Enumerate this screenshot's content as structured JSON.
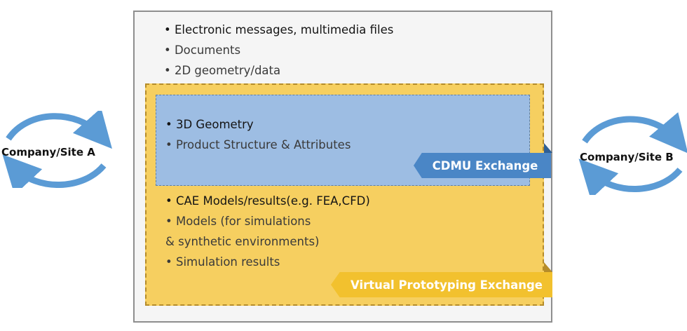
{
  "diagram": {
    "outer_items": [
      "• Electronic messages, multimedia files",
      "• Documents",
      "• 2D geometry/data"
    ],
    "cdmu_items": [
      "• 3D Geometry",
      "• Product Structure & Attributes"
    ],
    "vp_items": [
      "• CAE Models/results(e.g. FEA,CFD)",
      "• Models (for simulations",
      "& synthetic environments)",
      "• Simulation results"
    ],
    "cdmu_label": "CDMU Exchange",
    "vp_label": "Virtual Prototyping Exchange",
    "company_a": "Company/Site A",
    "company_b": "Company/Site B"
  },
  "colors": {
    "outer_background": "#f5f5f5",
    "outer_border": "#8e8e8e",
    "virtual_prototyping_fill": "#f6cf60",
    "virtual_prototyping_tag": "#f2c12e",
    "cdmu_fill": "#9dbde3",
    "cdmu_tag": "#4a86c6",
    "cycle_arrow": "#5b9bd5"
  },
  "icons": {
    "company_a": "cycle-arrows-icon",
    "company_b": "cycle-arrows-icon"
  }
}
